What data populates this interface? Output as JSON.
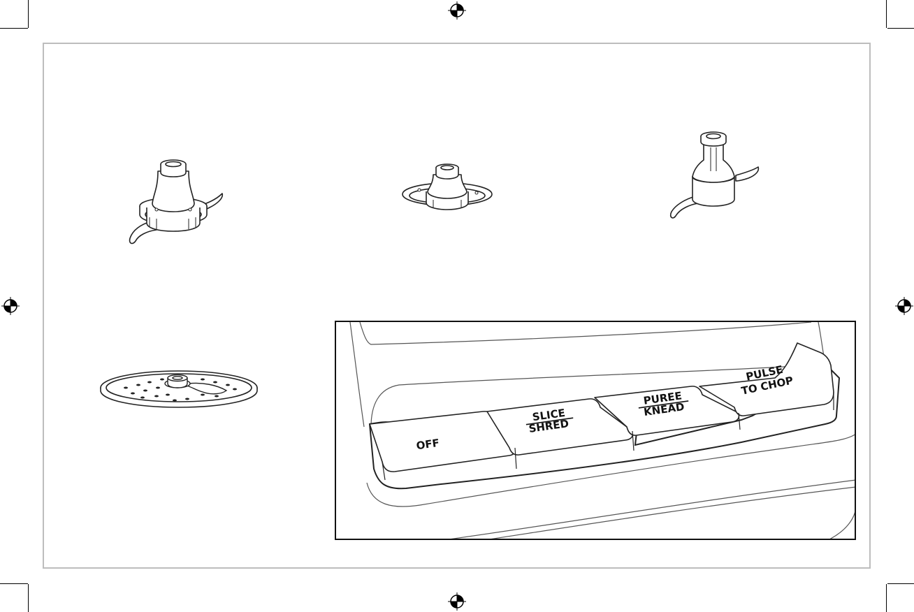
{
  "control_panel": {
    "buttons": [
      {
        "line1": "OFF",
        "line2": ""
      },
      {
        "line1": "SLICE",
        "line2": "SHRED"
      },
      {
        "line1": "PUREE",
        "line2": "KNEAD"
      },
      {
        "line1": "PULSE",
        "line2": "TO CHOP"
      }
    ]
  },
  "icons": {
    "registration": "registration-mark-icon",
    "blade_1": "chopping-blade-icon",
    "blade_2": "dough-blade-icon",
    "blade_3": "mini-chopping-blade-icon",
    "disc": "slicing-shredding-disc-icon"
  }
}
